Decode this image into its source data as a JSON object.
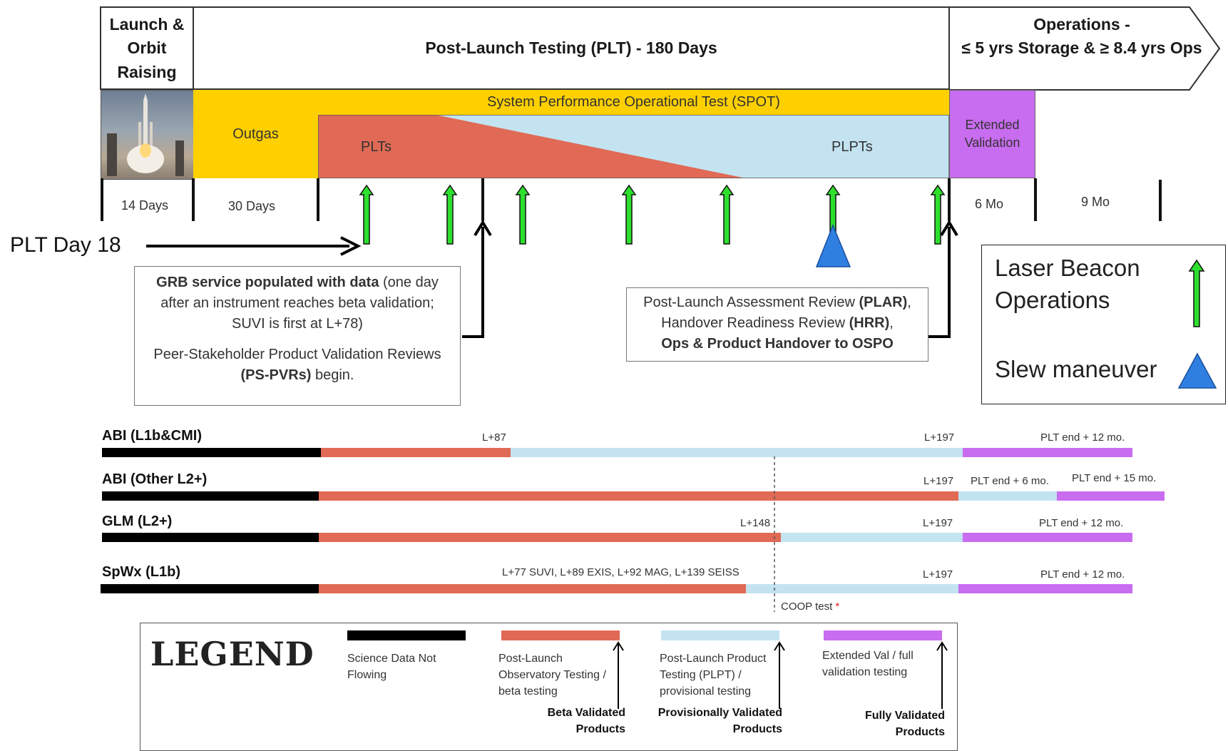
{
  "header": {
    "launch": "Launch & Orbit Raising",
    "plt": "Post-Launch Testing (PLT) - 180 Days",
    "ops_line1": "Operations -",
    "ops_line2": "≤ 5 yrs Storage & ≥ 8.4 yrs Ops"
  },
  "phases": {
    "outgas": "Outgas",
    "spot": "System Performance Operational Test (SPOT)",
    "plts": "PLTs",
    "plpts": "PLPTs",
    "extended": "Extended Validation"
  },
  "durations": [
    "14 Days",
    "30 Days",
    "6 Mo",
    "9 Mo"
  ],
  "plt_day": "PLT Day 18",
  "grb_box": {
    "bold1": "GRB service populated with data",
    "rest1": " (one day after an instrument reaches beta validation; SUVI is first at L+78)",
    "para2": "Peer-Stakeholder Product Validation Reviews ",
    "bold2": "(PS-PVRs)",
    "rest2": " begin."
  },
  "plar_box": {
    "t1": "Post-Launch Assessment Review ",
    "b1": "(PLAR)",
    "t1e": ",",
    "t2": "Handover Readiness Review ",
    "b2": "(HRR)",
    "t2e": ",",
    "b3": "Ops & Product Handover to OSPO"
  },
  "key": {
    "laser": "Laser Beacon Operations",
    "slew": "Slew maneuver"
  },
  "products": [
    {
      "name": "ABI (L1b&CMI)",
      "labels": [
        "L+87",
        "L+197",
        "PLT end + 12 mo."
      ]
    },
    {
      "name": "ABI (Other L2+)",
      "labels": [
        "L+197",
        "PLT end + 6 mo.",
        "PLT end + 15 mo."
      ]
    },
    {
      "name": "GLM (L2+)",
      "labels": [
        "L+148",
        "L+197",
        "PLT end + 12 mo."
      ]
    },
    {
      "name": "SpWx (L1b)",
      "labels": [
        "L+77 SUVI, L+89 EXIS, L+92 MAG, L+139 SEISS",
        "L+197",
        "PLT end + 12 mo."
      ]
    }
  ],
  "coop": "COOP test",
  "coop_star": "*",
  "legend": {
    "title": "LEGEND",
    "items": [
      {
        "text": "Science Data Not Flowing"
      },
      {
        "text": "Post-Launch Observatory Testing / beta testing",
        "milestone": "Beta Validated Products"
      },
      {
        "text": "Post-Launch Product Testing (PLPT) / provisional testing",
        "milestone": "Provisionally Validated Products"
      },
      {
        "text": "Extended Val / full validation testing",
        "milestone": "Fully Validated Products"
      }
    ]
  },
  "colors": {
    "black": "#000000",
    "red": "#e06a55",
    "blue": "#c3e3f1",
    "purple": "#c86cf0",
    "yellow": "#ffd000",
    "green": "#2ee02e",
    "slew": "#2f7fe0"
  }
}
